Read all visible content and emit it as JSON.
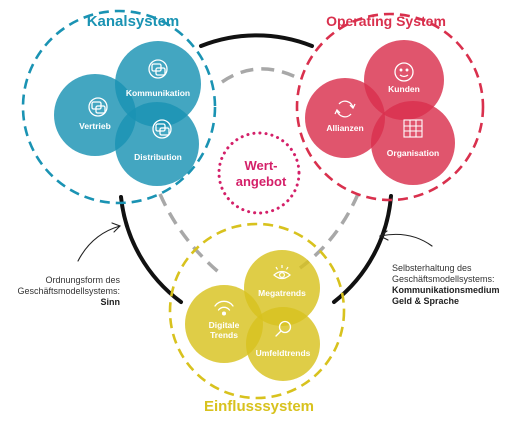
{
  "colors": {
    "kanal": "#1a93b3",
    "operating": "#d9304d",
    "einfluss": "#d8c21e",
    "wert": "#d42069",
    "ring": "#111111",
    "dashed_link": "#a8a8a8"
  },
  "kanalsystem": {
    "title": "Kanalsystem",
    "circles": [
      {
        "label": "Kommunikation",
        "icon": "chat-bubbles-icon"
      },
      {
        "label": "Vertrieb",
        "icon": "chat-bubbles-icon"
      },
      {
        "label": "Distribution",
        "icon": "chat-bubbles-icon"
      }
    ]
  },
  "operating_system": {
    "title": "Operating System",
    "circles": [
      {
        "label": "Kunden",
        "icon": "customer-face-icon"
      },
      {
        "label": "Allianzen",
        "icon": "alliance-arrows-icon"
      },
      {
        "label": "Organisation",
        "icon": "building-icon"
      }
    ]
  },
  "einflusssystem": {
    "title": "Einflusssystem",
    "circles": [
      {
        "label": "Megatrends",
        "icon": "eye-icon"
      },
      {
        "label_lines": [
          "Digitale",
          "Trends"
        ],
        "icon": "wifi-icon"
      },
      {
        "label": "Umfeldtrends",
        "icon": "magnifier-icon"
      }
    ]
  },
  "wertangebot": {
    "lines": [
      "Wert-",
      "angebot"
    ]
  },
  "notes": {
    "left": {
      "lines": [
        "Ordnungsform des",
        "Geschäftsmodellsystems:"
      ],
      "bold": "Sinn"
    },
    "right": {
      "lines": [
        "Selbsterhaltung des",
        "Geschäftsmodellsystems:"
      ],
      "bold_lines": [
        "Kommunikationsmedium",
        "Geld & Sprache"
      ]
    }
  }
}
